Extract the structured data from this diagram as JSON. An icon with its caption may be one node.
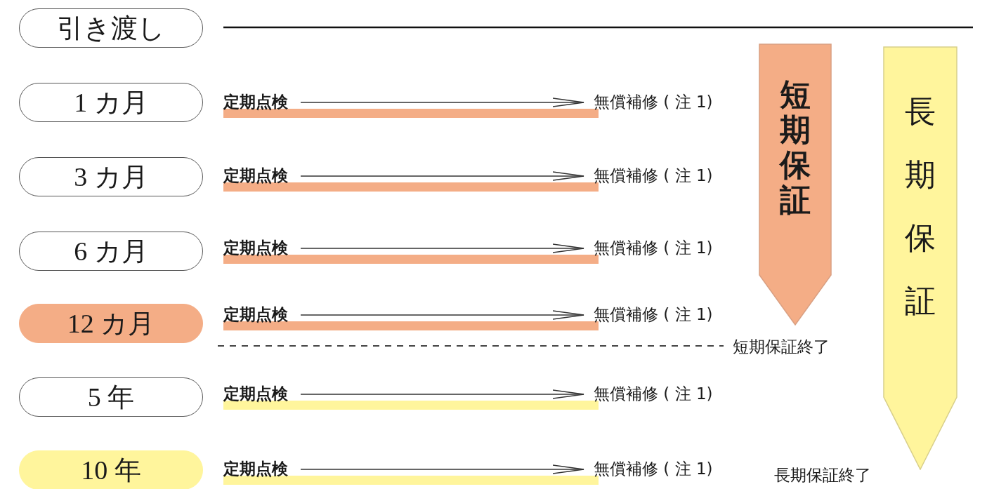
{
  "diagram": {
    "nodes": [
      {
        "text": [
          "引き渡し"
        ]
      },
      {
        "text": [
          "1 カ月"
        ]
      },
      {
        "text": [
          "定期点検"
        ]
      },
      {
        "text": [
          "無償補修 ( 注 1)"
        ]
      },
      {
        "text": [
          "短期保証"
        ]
      },
      {
        "text": [
          "長期保証"
        ]
      },
      {
        "text": [
          "3 カ月"
        ]
      },
      {
        "text": [
          "定期点検"
        ]
      },
      {
        "text": [
          "無償補修 ( 注 1)"
        ]
      },
      {
        "text": [
          "6 カ月"
        ]
      },
      {
        "text": [
          "定期点検"
        ]
      },
      {
        "text": [
          "無償補修 ( 注 1)"
        ]
      },
      {
        "text": [
          "12 カ月"
        ]
      },
      {
        "text": [
          "定期点検"
        ]
      },
      {
        "text": [
          "無償補修 ( 注 1)"
        ]
      },
      {
        "text": [
          "5 年"
        ]
      },
      {
        "text": [
          "定期点検"
        ]
      },
      {
        "text": [
          "無償補修 ( 注 1)"
        ]
      },
      {
        "text": [
          "10 年"
        ]
      },
      {
        "text": [
          "定期点検"
        ]
      },
      {
        "text": [
          "無償補修 ( 注 1)"
        ]
      }
    ],
    "edges": [
      {
        "from": 2,
        "to": 3,
        "arrow": "to"
      },
      {
        "from": 7,
        "to": 8,
        "arrow": "to"
      },
      {
        "from": 10,
        "to": 11,
        "arrow": "to"
      },
      {
        "from": 13,
        "to": 14,
        "arrow": "to"
      },
      {
        "from": 16,
        "to": 17,
        "arrow": "to"
      },
      {
        "from": 19,
        "to": 20,
        "arrow": "to"
      }
    ],
    "labels": [
      "短期保証終了",
      "長期保証終了"
    ]
  }
}
